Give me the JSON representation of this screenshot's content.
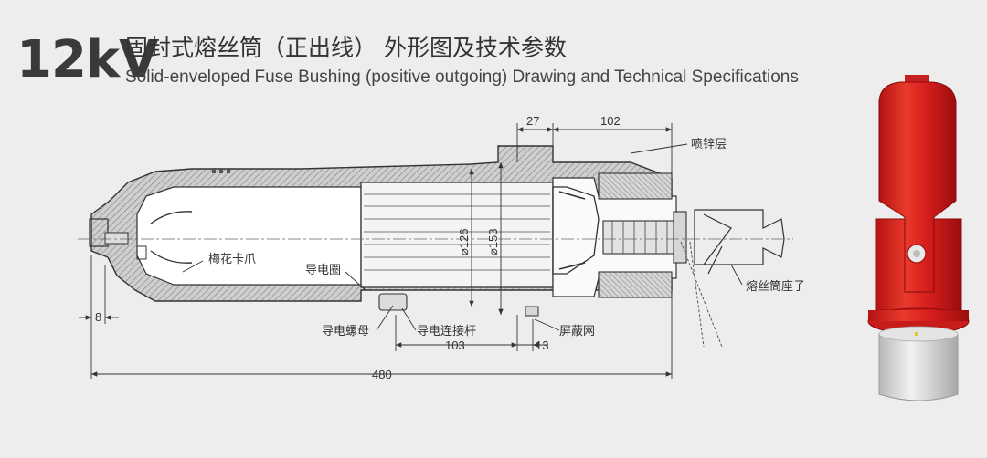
{
  "header": {
    "voltage": "12kV",
    "title_cn": "固封式熔丝筒（正出线） 外形图及技术参数",
    "title_en": "Solid-enveloped Fuse Bushing (positive outgoing) Drawing and Technical Specifications"
  },
  "dimensions": {
    "top_left": "27",
    "top_right": "102",
    "dia_inner": "⌀126",
    "dia_outer": "⌀153",
    "left_offset": "8",
    "rod_length": "103",
    "screen_width": "13",
    "overall": "480"
  },
  "labels": {
    "zinc_layer": "喷锌层",
    "plum_claw": "梅花卡爪",
    "conductive_ring": "导电圈",
    "fuse_seat": "熔丝筒座子",
    "conductive_nut": "导电螺母",
    "conductive_rod": "导电连接杆",
    "shield_mesh": "屏蔽网"
  },
  "colors": {
    "product_red": "#d81e1e",
    "product_base": "#d8d8d8",
    "drawing_line": "#333333",
    "hatch": "#9a9a9a"
  }
}
